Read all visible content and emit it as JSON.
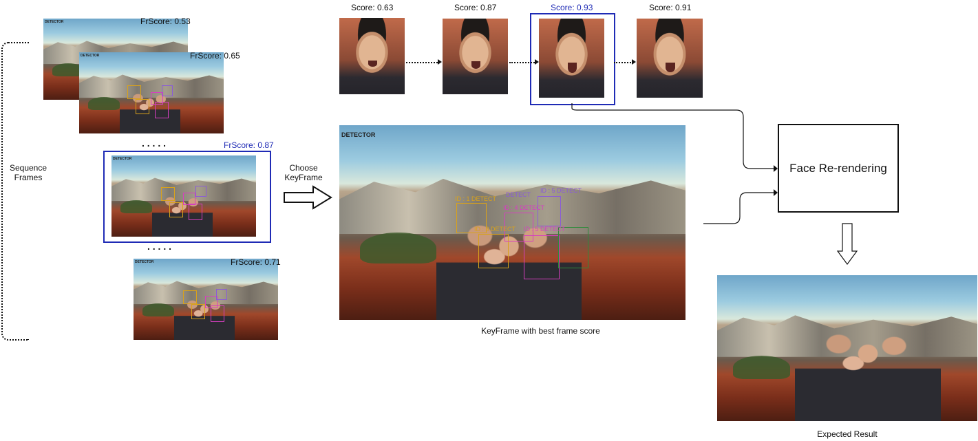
{
  "sequence": {
    "label": "Sequence\nFrames",
    "choose_label": "Choose\nKeyFrame",
    "detector_tag": "DETECTOR",
    "frames": [
      {
        "score_label": "FrScore: 0.53"
      },
      {
        "score_label": "FrScore: 0.65"
      },
      {
        "score_label": "FrScore: 0.87"
      },
      {
        "score_label": "FrScore: 0.71"
      }
    ],
    "ellipsis": ". . . . ."
  },
  "face_scores": [
    {
      "label": "Score: 0.63"
    },
    {
      "label": "Score: 0.87"
    },
    {
      "label": "Score: 0.93"
    },
    {
      "label": "Score: 0.91"
    }
  ],
  "keyframe": {
    "detector_tag": "DETECTOR",
    "caption": "KeyFrame with best frame score",
    "detect_labels": [
      "ID : 1  DETECT",
      "DETECT",
      "ID : 5  DETECT",
      "ID : 3  DETECT",
      "ID : 4  DETECT",
      "ID : 5  DETECT"
    ]
  },
  "rerender": {
    "label": "Face Re-rendering"
  },
  "result": {
    "caption": "Expected Result"
  },
  "colors": {
    "highlight": "#1f2bb5",
    "box_orange": "#d9a21b",
    "box_magenta": "#d63fc0",
    "box_purple": "#8a5cd6",
    "box_green": "#2e8b3a"
  }
}
